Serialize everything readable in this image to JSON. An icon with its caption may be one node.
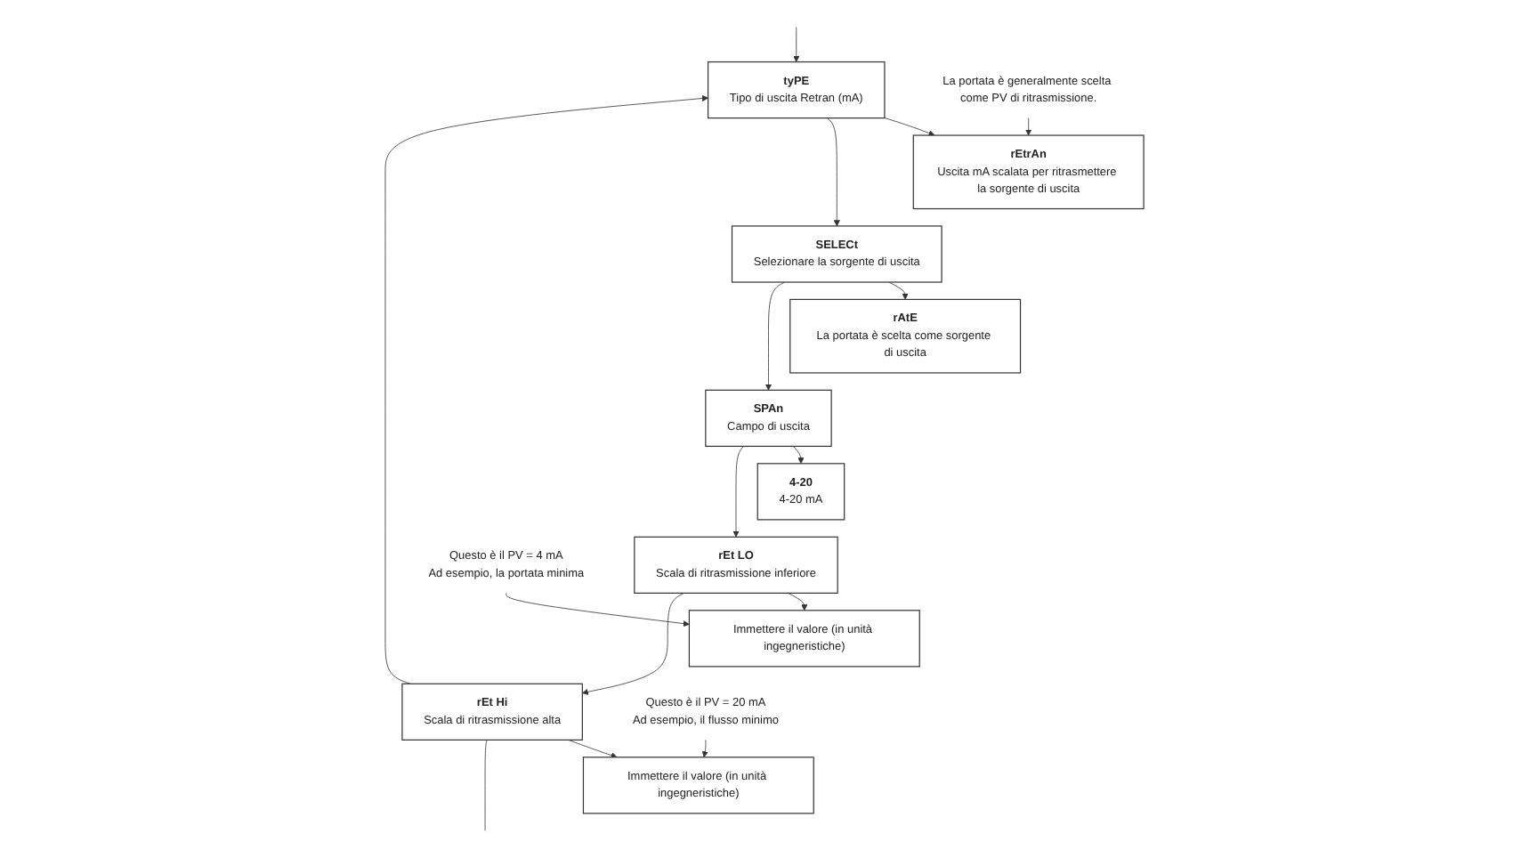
{
  "diagram": {
    "nodes": [
      {
        "text": [
          "tyPE",
          "Tipo di uscita Retran (mA)"
        ]
      },
      {
        "text": [
          "rEtrAn",
          "Uscita mA scalata per ritrasmettere la sorgente di uscita"
        ]
      },
      {
        "text": [
          "SELECt",
          "Selezionare la sorgente di uscita"
        ]
      },
      {
        "text": [
          "rAtE",
          "La portata è scelta come sorgente di uscita"
        ]
      },
      {
        "text": [
          "SPAn",
          "Campo di uscita"
        ]
      },
      {
        "text": [
          "4-20",
          "4-20 mA"
        ]
      },
      {
        "text": [
          "rEt LO",
          "Scala di ritrasmissione inferiore"
        ]
      },
      {
        "text": [
          "Immettere il valore (in unità ingegneristiche)"
        ]
      },
      {
        "text": [
          "rEt Hi",
          "Scala di ritrasmissione alta"
        ]
      },
      {
        "text": [
          "Immettere il valore (in unità ingegneristiche)"
        ]
      },
      {
        "text": [
          "La portata è generalmente scelta come PV di ritrasmissione."
        ]
      },
      {
        "text": [
          "Questo è il PV = 4 mA",
          "Ad esempio, la portata minima"
        ]
      },
      {
        "text": [
          "Questo è il PV = 20 mA",
          "Ad esempio, il flusso minimo"
        ]
      }
    ],
    "edges": [
      {
        "from": null,
        "to": 0,
        "arrow": "to"
      },
      {
        "from": 0,
        "to": 1,
        "arrow": "to"
      },
      {
        "from": 0,
        "to": 2,
        "arrow": "to"
      },
      {
        "from": 2,
        "to": 3,
        "arrow": "to"
      },
      {
        "from": 2,
        "to": 4,
        "arrow": "to"
      },
      {
        "from": 4,
        "to": 5,
        "arrow": "to"
      },
      {
        "from": 4,
        "to": 6,
        "arrow": "to"
      },
      {
        "from": 6,
        "to": 7,
        "arrow": "to"
      },
      {
        "from": 6,
        "to": 8,
        "arrow": "to"
      },
      {
        "from": 8,
        "to": 9,
        "arrow": "to"
      },
      {
        "from": 8,
        "to": 0,
        "arrow": "to"
      },
      {
        "from": 10,
        "to": 1,
        "arrow": "to"
      },
      {
        "from": 11,
        "to": 7,
        "arrow": "to"
      },
      {
        "from": 12,
        "to": 9,
        "arrow": "to"
      },
      {
        "from": 8,
        "to": null,
        "arrow": "none"
      }
    ]
  }
}
